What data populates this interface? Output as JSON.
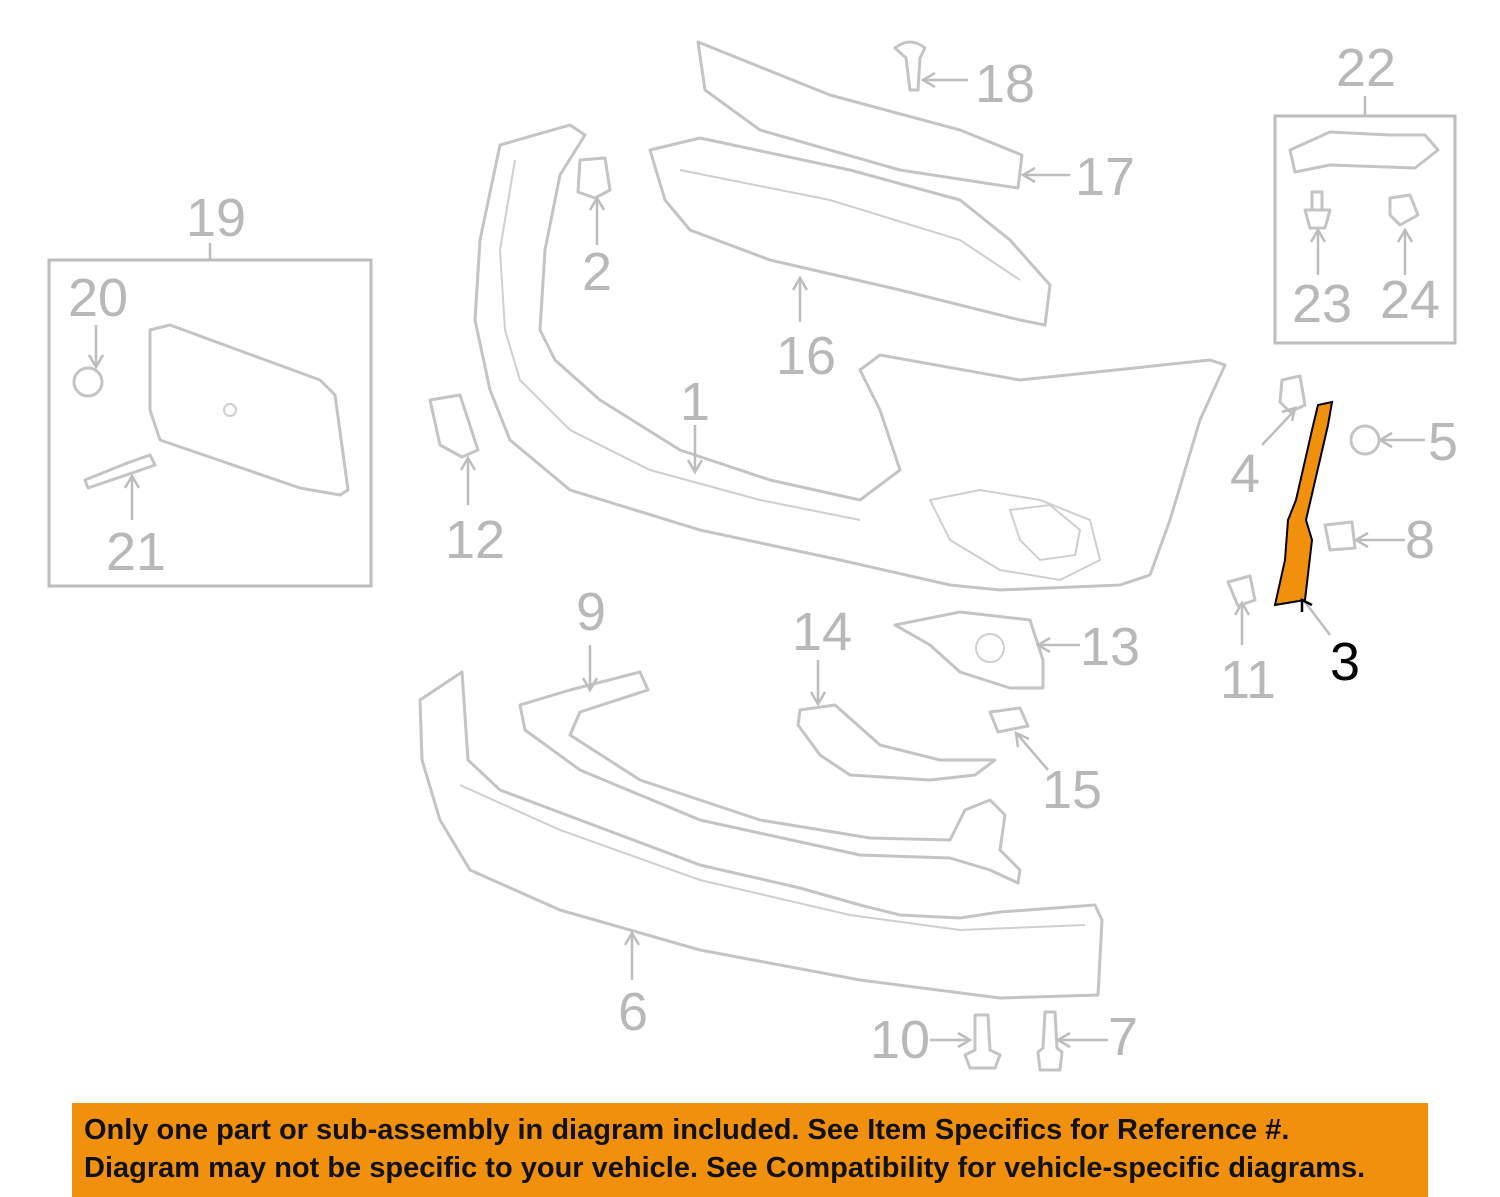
{
  "callouts": {
    "c1": "1",
    "c2": "2",
    "c3": "3",
    "c4": "4",
    "c5": "5",
    "c6": "6",
    "c7": "7",
    "c8": "8",
    "c9": "9",
    "c10": "10",
    "c11": "11",
    "c12": "12",
    "c13": "13",
    "c14": "14",
    "c15": "15",
    "c16": "16",
    "c17": "17",
    "c18": "18",
    "c19": "19",
    "c20": "20",
    "c21": "21",
    "c22": "22",
    "c23": "23",
    "c24": "24"
  },
  "highlight": {
    "part": "3",
    "color": "#f0900c"
  },
  "banner": {
    "line1": "Only one part or sub-assembly in diagram included. See Item Specifics for Reference #.",
    "line2": "Diagram may not be specific to your vehicle. See Compatibility for vehicle-specific diagrams.",
    "background": "#f0900c"
  }
}
